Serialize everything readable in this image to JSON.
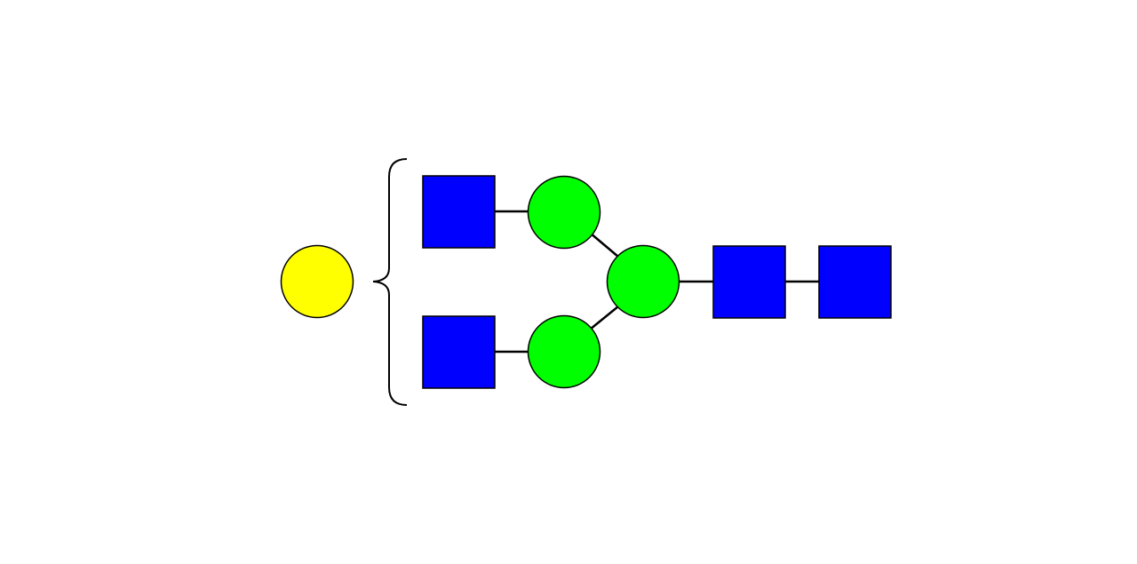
{
  "diagram": {
    "type": "glycan-structure",
    "colors": {
      "blue_square": "#0000ff",
      "green_circle": "#00ff00",
      "yellow_circle": "#ffff00",
      "line": "#000000",
      "background": "#ffffff"
    },
    "residues": [
      {
        "id": "reducing-end-square",
        "shape": "square",
        "color": "blue"
      },
      {
        "id": "core-square",
        "shape": "square",
        "color": "blue"
      },
      {
        "id": "branch-circle",
        "shape": "circle",
        "color": "green"
      },
      {
        "id": "upper-arm-circle",
        "shape": "circle",
        "color": "green"
      },
      {
        "id": "lower-arm-circle",
        "shape": "circle",
        "color": "green"
      },
      {
        "id": "upper-terminal-square",
        "shape": "square",
        "color": "blue"
      },
      {
        "id": "lower-terminal-square",
        "shape": "square",
        "color": "blue"
      },
      {
        "id": "bracketed-circle",
        "shape": "circle",
        "color": "yellow"
      }
    ],
    "links": [
      [
        "reducing-end-square",
        "core-square"
      ],
      [
        "core-square",
        "branch-circle"
      ],
      [
        "branch-circle",
        "upper-arm-circle"
      ],
      [
        "branch-circle",
        "lower-arm-circle"
      ],
      [
        "upper-arm-circle",
        "upper-terminal-square"
      ],
      [
        "lower-arm-circle",
        "lower-terminal-square"
      ]
    ],
    "bracket": {
      "encloses": [
        "upper-terminal-square",
        "lower-terminal-square"
      ],
      "attached": "bracketed-circle"
    }
  }
}
